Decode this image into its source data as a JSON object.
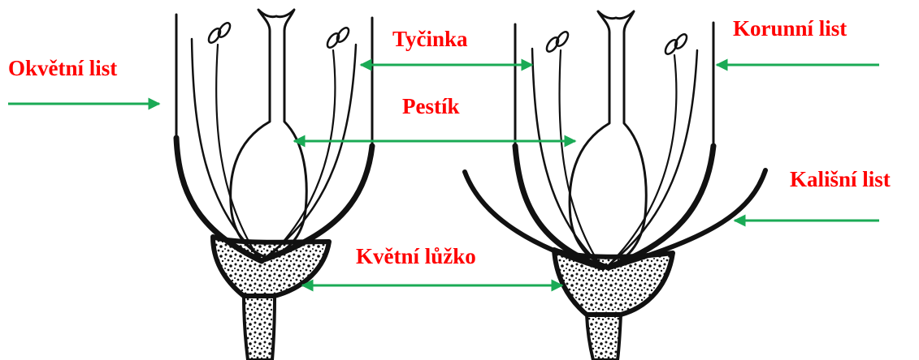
{
  "labels": {
    "tepal": "Okvětní list",
    "stamen": "Tyčinka",
    "petal": "Korunní list",
    "pistil": "Pestík",
    "sepal": "Kališní list",
    "receptacle": "Květní lůžko"
  },
  "colors": {
    "label": "#ff0000",
    "arrow": "#1aaa55",
    "ink": "#111111"
  }
}
